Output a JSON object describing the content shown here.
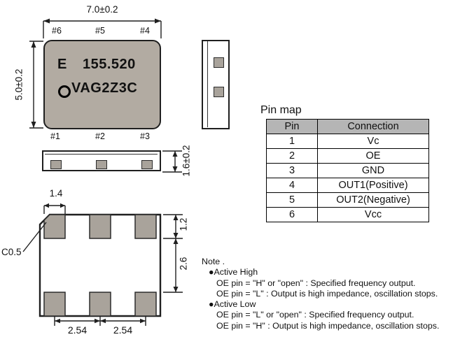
{
  "top_view": {
    "dim_width": "7.0±0.2",
    "dim_height": "5.0±0.2",
    "pins_top": [
      "#6",
      "#5",
      "#4"
    ],
    "pins_bottom": [
      "#1",
      "#2",
      "#3"
    ],
    "marking_e": "E",
    "marking_freq": "155.520",
    "marking_code": "VAG2Z3C"
  },
  "front_view": {
    "dim_height": "1.6±0.2"
  },
  "bottom_view": {
    "dim_pad_width": "1.4",
    "dim_pad_height": "1.2",
    "dim_row_gap": "2.6",
    "chamfer": "C0.5",
    "dim_pitch1": "2.54",
    "dim_pitch2": "2.54"
  },
  "pin_map": {
    "title": "Pin map",
    "headers": [
      "Pin",
      "Connection"
    ],
    "rows": [
      {
        "pin": "1",
        "connection": "Vc"
      },
      {
        "pin": "2",
        "connection": "OE"
      },
      {
        "pin": "3",
        "connection": "GND"
      },
      {
        "pin": "4",
        "connection": "OUT1(Positive)"
      },
      {
        "pin": "5",
        "connection": "OUT2(Negative)"
      },
      {
        "pin": "6",
        "connection": "Vcc"
      }
    ]
  },
  "note": {
    "title": "Note .",
    "sections": [
      {
        "heading": "●Active High",
        "lines": [
          "OE pin = \"H\" or \"open\" : Specified frequency output.",
          "OE pin = \"L\" : Output is high impedance, oscillation stops."
        ]
      },
      {
        "heading": "●Active Low",
        "lines": [
          "OE pin = \"L\" or \"open\" : Specified frequency output.",
          "OE pin = \"H\" : Output is high impedance, oscillation stops."
        ]
      }
    ]
  },
  "colors": {
    "body_fill": "#b2aba2",
    "pad_fill": "#a9a39b",
    "table_header_bg": "#b5b5b5",
    "line_color": "#1f1f1f"
  }
}
